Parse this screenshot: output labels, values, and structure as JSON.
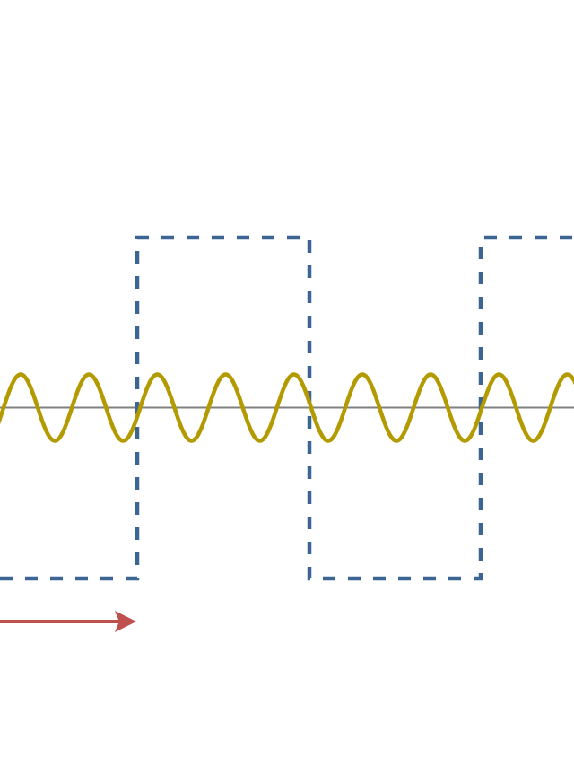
{
  "diagram": {
    "colors": {
      "square_wave": "#3b6593",
      "sine_wave": "#b39a00",
      "baseline": "#808080",
      "arrow": "#c0504d",
      "background": "#ffffff"
    },
    "elements": {
      "square_wave": {
        "style": "dashed",
        "transitions_visible": 3
      },
      "sine_wave": {
        "cycles_visible": 8.4
      },
      "baseline": {
        "style": "solid"
      },
      "arrow": {
        "direction": "right"
      }
    }
  }
}
